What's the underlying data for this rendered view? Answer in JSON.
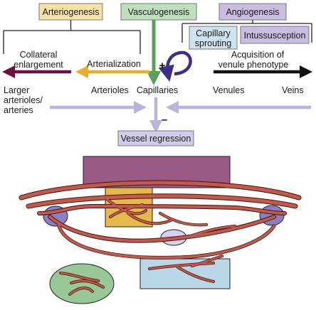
{
  "top_boxes": {
    "arteriogenesis": "Arteriogenesis",
    "vasculogenesis": "Vasculogenesis",
    "angiogenesis": "Angiogenesis",
    "capillary_sprouting_line1": "Capillary",
    "capillary_sprouting_line2": "sprouting",
    "intussusception": "Intussusception"
  },
  "labels": {
    "collateral_line1": "Collateral",
    "collateral_line2": "enlargement",
    "arterialization": "Arterialization",
    "acquisition_line1": "Acquisition of",
    "acquisition_line2": "venule phenotype",
    "larger_line1": "Larger",
    "larger_line2": "arterioles/",
    "larger_line3": "arteries",
    "arterioles": "Arterioles",
    "capillaries": "Capillaries",
    "venules": "Venules",
    "veins": "Veins",
    "vessel_regression": "Vessel regression",
    "plus": "+",
    "minus": "–"
  },
  "colors": {
    "arteriogenesis_fill": "#f7e3a8",
    "vasculogenesis_fill": "#bfe0bf",
    "angiogenesis_fill": "#c9bde0",
    "capillary_fill": "#cfe3f0",
    "regression_fill": "#d0cde8",
    "collateral_arrow": "#6e1040",
    "arterialization_arrow": "#e8b02a",
    "vasculo_arrow": "#5aa05a",
    "curved_arrow": "#3c2e8c",
    "venule_arrow": "#111111",
    "regression_arrow": "#b8b6da",
    "vessel_fill": "#c4584a",
    "vessel_stroke": "#3a1a14",
    "purple_band": "#9a5a86",
    "yellow_patch": "#e6b94a",
    "blue_patch": "#b9d7e6",
    "green_patch": "#98c898",
    "node_purple": "#8b7fc6",
    "node_light": "#d6d0ea"
  }
}
